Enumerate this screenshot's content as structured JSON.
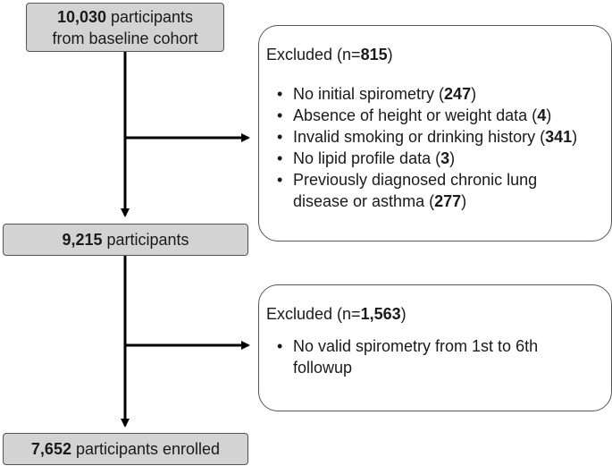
{
  "baseline": {
    "count": "10,030",
    "line1_rest": " participants",
    "line2": "from baseline cohort"
  },
  "mid": {
    "count": "9,215",
    "rest": " participants"
  },
  "final": {
    "count": "7,652",
    "rest": " participants enrolled"
  },
  "exclusion1": {
    "prefix": "Excluded (n=",
    "n": "815",
    "suffix": ")",
    "items": [
      {
        "text": "No initial spirometry (",
        "n": "247",
        "end": ")"
      },
      {
        "text": "Absence of height or weight data (",
        "n": "4",
        "end": ")"
      },
      {
        "text": "Invalid smoking or drinking history (",
        "n": "341",
        "end": ")"
      },
      {
        "text": "No lipid profile data (",
        "n": "3",
        "end": ")"
      },
      {
        "text": "Previously diagnosed chronic lung",
        "text2": "disease or asthma (",
        "n": "277",
        "end": ")"
      }
    ]
  },
  "exclusion2": {
    "prefix": "Excluded (n=",
    "n": "1,563",
    "suffix": ")",
    "items": [
      {
        "text": "No valid spirometry from 1st to 6th",
        "text2": "followup"
      }
    ]
  },
  "colors": {
    "box_fill": "#d3d3d3",
    "box_border": "#555555",
    "arrow": "#000000"
  }
}
